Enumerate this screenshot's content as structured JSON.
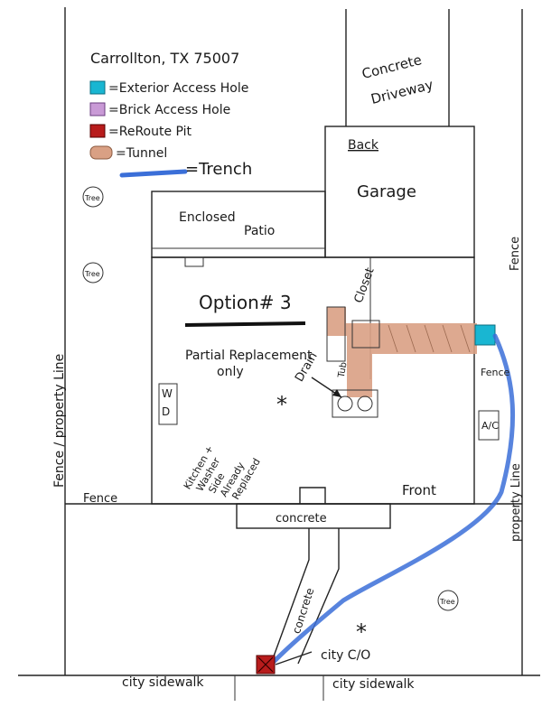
{
  "address": "Carrollton, TX 75007",
  "legend": {
    "exterior_access_hole": "=Exterior Access Hole",
    "brick_access_hole": "=Brick Access Hole",
    "reroute_pit": "=ReRoute Pit",
    "tunnel": "=Tunnel",
    "trench": "=Trench"
  },
  "labels": {
    "concrete_driveway_1": "Concrete",
    "concrete_driveway_2": "Driveway",
    "back": "Back",
    "garage": "Garage",
    "enclosed_1": "Enclosed",
    "enclosed_2": "Patio",
    "option": "Option# 3",
    "partial_1": "Partial Replacement",
    "partial_2": "only",
    "drain": "Drain",
    "closet": "Closet",
    "tub": "Tub",
    "kitchen_1": "Kitchen +",
    "kitchen_2": "Washer",
    "kitchen_3": "Side",
    "kitchen_4": "Already",
    "kitchen_5": "Replaced",
    "front": "Front",
    "fence_left": "Fence",
    "fence_right_top": "Fence",
    "fence_mid": "Fence",
    "fence_property_line": "Fence / property Line",
    "property_line_right": "property Line",
    "concrete_walk": "concrete",
    "concrete_path": "concrete",
    "city_sidewalk_left": "city sidewalk",
    "city_sidewalk_right": "city sidewalk",
    "city_co": "city C/O",
    "tree": "Tree",
    "ac": "A/C",
    "d": "D",
    "w": "W",
    "asterisk": "*"
  },
  "colors": {
    "exterior_hole": "#19b6d2",
    "brick_hole": "#c99ad6",
    "reroute_pit": "#b81c1c",
    "tunnel": "#d9a084",
    "trench": "#3b6fd8",
    "ink": "#1a1a1a"
  }
}
